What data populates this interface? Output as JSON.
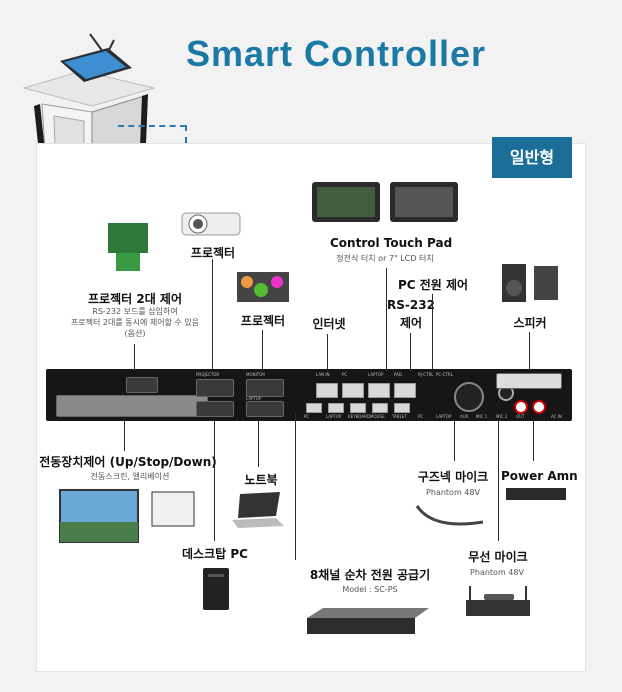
{
  "title": "Smart Controller",
  "badge": "일반형",
  "labels": {
    "projector_top": "프로젝터",
    "projector2": "프로젝터",
    "ctrl_pad": "Control Touch Pad",
    "ctrl_pad_sub": "정전식 터치 or 7\" LCD 터치",
    "pc_power": "PC 전원 제어",
    "dual_proj": "프로젝터 2대 제어",
    "dual_proj_sub1": "RS-232 보드를 삽입하여",
    "dual_proj_sub2": "프로젝터 2대를 동시에 제어할 수 있음",
    "dual_proj_sub3": "(옵션)",
    "internet": "인터넷",
    "rs232": "RS-232",
    "rs232b": "제어",
    "speaker": "스피커",
    "motor": "전동장치제어 (Up/Stop/Down)",
    "motor_sub": "전동스크린, 엘리베이션",
    "notebook": "노트북",
    "gooseneck": "구즈넥 마이크",
    "gooseneck_sub": "Phantom 48V",
    "power_amp": "Power Amn",
    "desktop": "데스크탑 PC",
    "sequencer": "8채널 순차 전원 공급기",
    "sequencer_sub": "Model : SC-PS",
    "wireless": "무선 마이크",
    "wireless_sub": "Phantom 48V"
  },
  "ports": [
    "PROJECTOR",
    "MONITOR",
    "LAN IN",
    "PC",
    "LAPTOP",
    "PAD",
    "RJ-CTRL",
    "PC-CTRL",
    "LAPTOP",
    "PC",
    "LAPTOP",
    "KEYBOARD",
    "MOUSE",
    "TABLET",
    "PC",
    "LAPTOP",
    "AUX",
    "MIC 1",
    "MIC 2",
    "OUT",
    "AC IN"
  ],
  "colors": {
    "brand": "#1b79a5",
    "badge": "#1a6e98",
    "device": "#161616"
  }
}
